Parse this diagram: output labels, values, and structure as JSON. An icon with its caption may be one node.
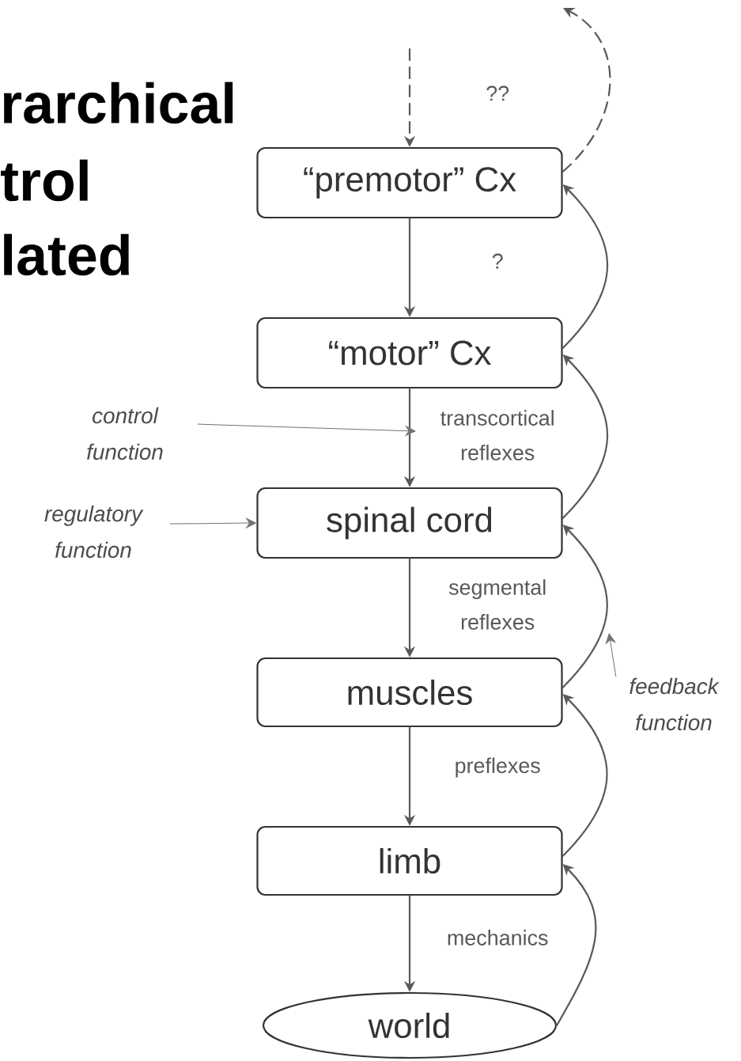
{
  "diagram": {
    "nodes": [
      {
        "text": [
          "“premotor” Cx"
        ]
      },
      {
        "text": [
          "“motor” Cx"
        ]
      },
      {
        "text": [
          "spinal cord"
        ]
      },
      {
        "text": [
          "muscles"
        ]
      },
      {
        "text": [
          "limb"
        ]
      },
      {
        "text": [
          "world"
        ]
      },
      {
        "text": [
          "control function"
        ]
      },
      {
        "text": [
          "regulatory function"
        ]
      },
      {
        "text": [
          "feedback function"
        ]
      }
    ],
    "edges": [
      {
        "from": null,
        "to": 0,
        "arrow": "to",
        "style": "dashed"
      },
      {
        "from": 0,
        "to": null,
        "arrow": "to",
        "style": "dashed",
        "label": "??"
      },
      {
        "from": 0,
        "to": 1,
        "arrow": "to",
        "label": "?"
      },
      {
        "from": 1,
        "to": 0,
        "arrow": "to"
      },
      {
        "from": 1,
        "to": 2,
        "arrow": "to",
        "label": "transcortical reflexes"
      },
      {
        "from": 2,
        "to": 1,
        "arrow": "to"
      },
      {
        "from": 2,
        "to": 3,
        "arrow": "to",
        "label": "segmental reflexes"
      },
      {
        "from": 3,
        "to": 2,
        "arrow": "to"
      },
      {
        "from": 3,
        "to": 4,
        "arrow": "to",
        "label": "preflexes"
      },
      {
        "from": 4,
        "to": 3,
        "arrow": "to"
      },
      {
        "from": 4,
        "to": 5,
        "arrow": "to",
        "label": "mechanics"
      },
      {
        "from": 5,
        "to": 4,
        "arrow": "to"
      },
      {
        "from": 6,
        "to": null,
        "arrow": "to"
      },
      {
        "from": 7,
        "to": 2,
        "arrow": "to"
      },
      {
        "from": 8,
        "to": null,
        "arrow": "to"
      }
    ],
    "labels": [
      "rarchical",
      "trol",
      "lated"
    ]
  }
}
